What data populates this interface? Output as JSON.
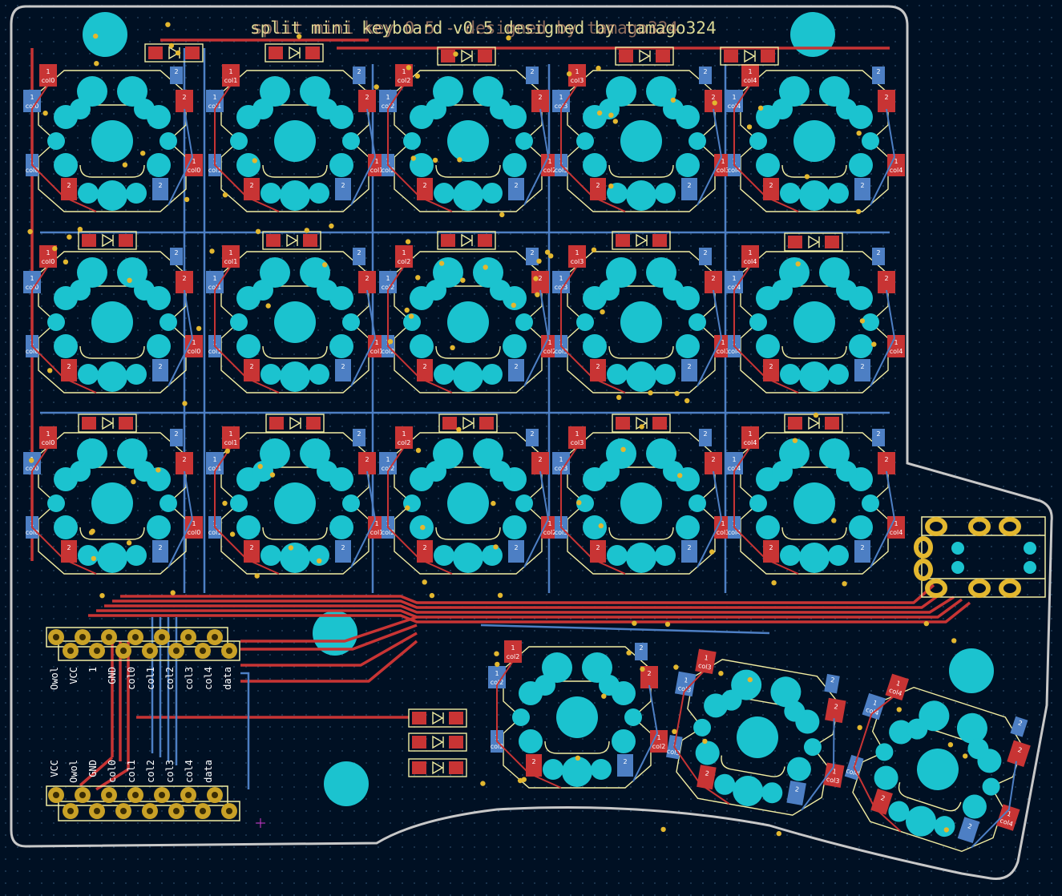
{
  "board": {
    "title_a": "split mini keyboard v0.5 designed by tamago324",
    "title_b": "split mini key 0.5 - designed by tamago324"
  },
  "colors": {
    "background": "#001023",
    "grid_dot": "#2b4a67",
    "outline": "#c8c8c8",
    "pad_cyan": "#1bc3cf",
    "front_copper": "#c83434",
    "back_copper": "#4d7fc4",
    "silkscreen": "#f2eda1",
    "via": "#e3b72f",
    "header_pin": "#c9a126",
    "pad_text": "#ffffff"
  },
  "pins": {
    "top_row": [
      "Owol",
      "VCC",
      "1",
      "GND",
      "col0",
      "col1",
      "col2",
      "col3",
      "col4",
      "data"
    ],
    "bottom_row": [
      "VCC",
      "Owol",
      "GND",
      "col0",
      "col1",
      "col2",
      "col3",
      "col4",
      "data"
    ]
  },
  "key_labels": {
    "pad_one": "1",
    "pad_two": "2",
    "cols": [
      "col0",
      "col1",
      "col2",
      "col3",
      "col4"
    ]
  }
}
